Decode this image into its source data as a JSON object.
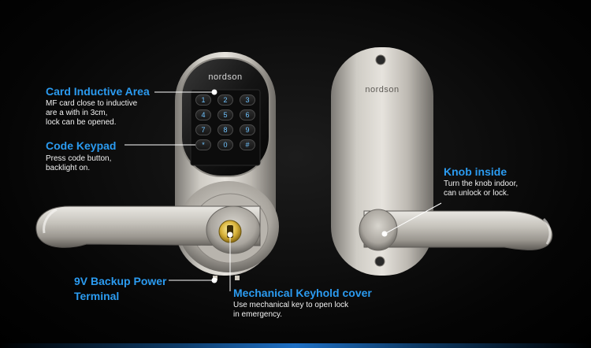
{
  "brand": {
    "front_logo": "nordson",
    "back_logo": "nordson"
  },
  "keypad": {
    "keys": [
      "1",
      "2",
      "3",
      "4",
      "5",
      "6",
      "7",
      "8",
      "9",
      "*",
      "0",
      "#"
    ]
  },
  "callouts": {
    "card_area": {
      "title": "Card Inductive Area",
      "desc": "MF card close to inductive\nare a with in 3cm,\nlock can be opened."
    },
    "code_keypad": {
      "title": "Code Keypad",
      "desc": "Press code button,\nbacklight on."
    },
    "backup_power": {
      "title_line1": "9V Backup Power",
      "title_line2": "Terminal"
    },
    "keyhole_cover": {
      "title": "Mechanical Keyhold cover",
      "desc": "Use mechanical key to open lock\nin emergency."
    },
    "knob_inside": {
      "title": "Knob inside",
      "desc": "Turn the knob indoor,\ncan unlock or lock."
    }
  },
  "colors": {
    "accent": "#2b9bf0",
    "keypad_text": "#6fc3ff",
    "background": "#000000"
  }
}
